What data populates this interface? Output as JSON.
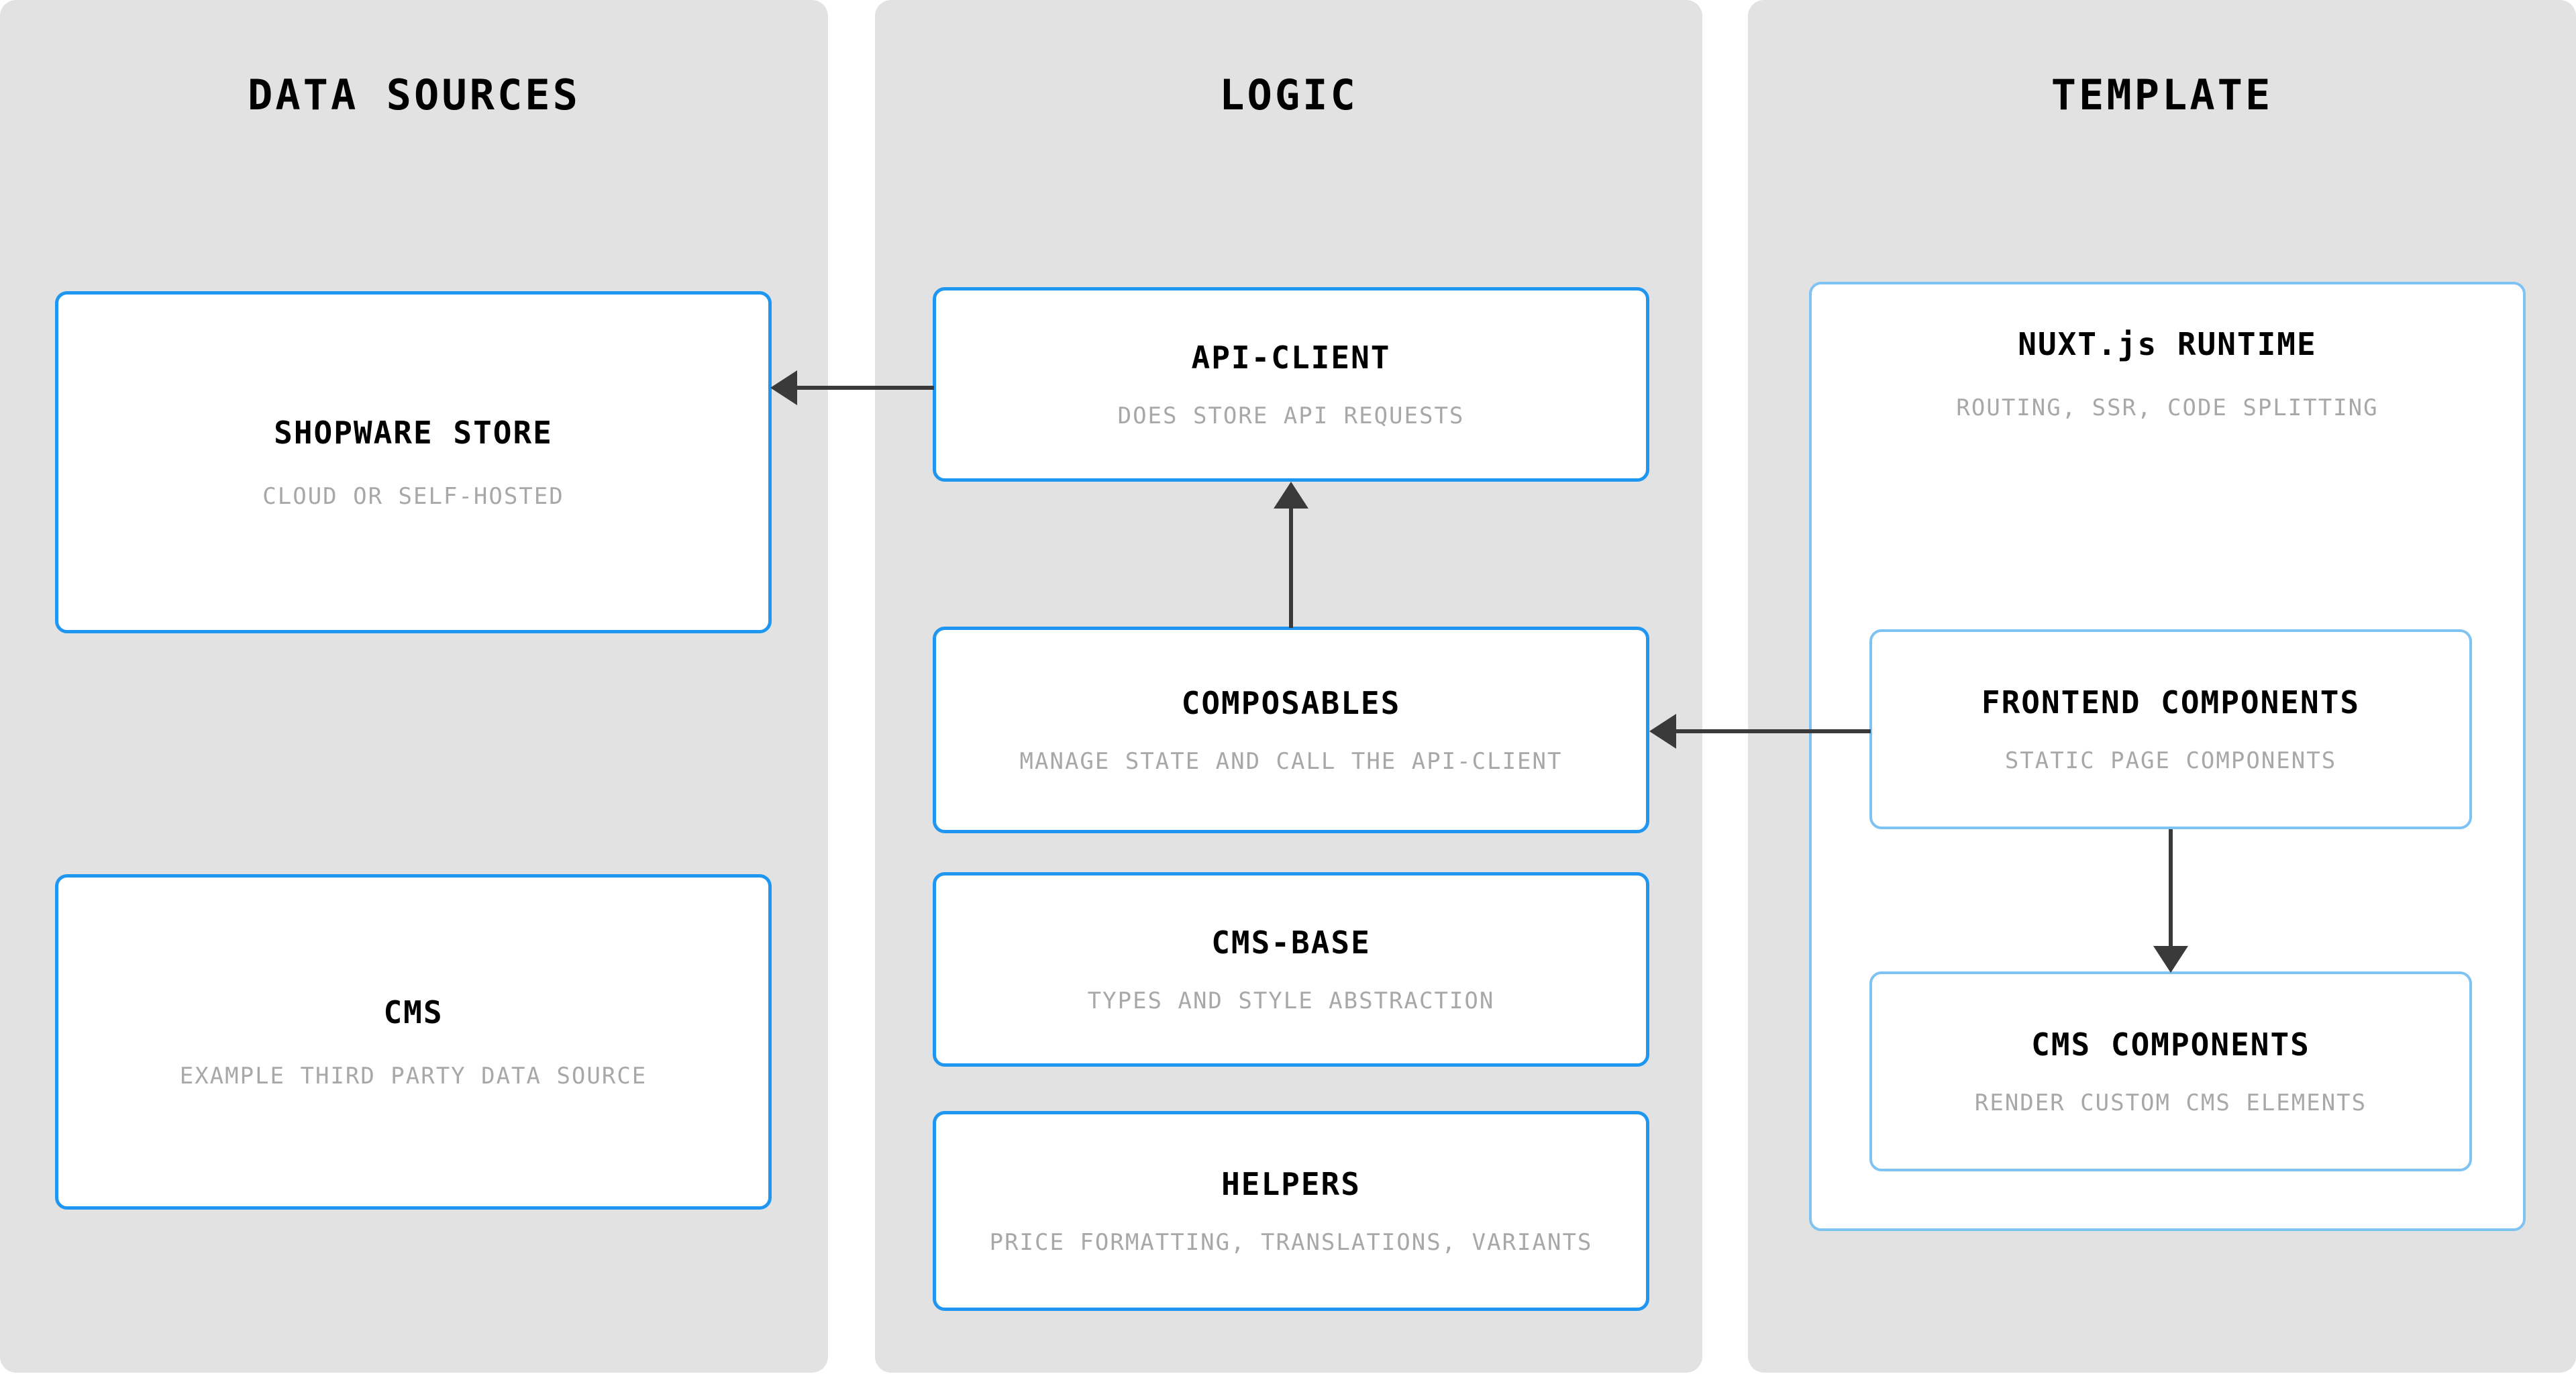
{
  "diagram": {
    "background": "#ffffff",
    "panel_color": "#e2e2e2",
    "accent_color": "#1f96f0",
    "accent_light_color": "#7fc3f2",
    "arrow_color": "#3a3a3a",
    "subtitle_color": "#a8a8a8"
  },
  "columns": [
    {
      "id": "data-sources",
      "title": "DATA SOURCES",
      "nodes": [
        {
          "id": "shopware-store",
          "title": "SHOPWARE STORE",
          "subtitle": "CLOUD OR SELF-HOSTED"
        },
        {
          "id": "cms",
          "title": "CMS",
          "subtitle": "EXAMPLE THIRD PARTY DATA SOURCE"
        }
      ]
    },
    {
      "id": "logic",
      "title": "LOGIC",
      "nodes": [
        {
          "id": "api-client",
          "title": "API-CLIENT",
          "subtitle": "DOES STORE API REQUESTS"
        },
        {
          "id": "composables",
          "title": "COMPOSABLES",
          "subtitle": "MANAGE STATE AND CALL THE API-CLIENT"
        },
        {
          "id": "cms-base",
          "title": "CMS-BASE",
          "subtitle": "TYPES AND STYLE ABSTRACTION"
        },
        {
          "id": "helpers",
          "title": "HELPERS",
          "subtitle": "PRICE FORMATTING, TRANSLATIONS, VARIANTS"
        }
      ]
    },
    {
      "id": "template",
      "title": "TEMPLATE",
      "nodes": [
        {
          "id": "nuxt-runtime",
          "title": "NUXT.js RUNTIME",
          "subtitle": "ROUTING, SSR, CODE SPLITTING"
        },
        {
          "id": "frontend-components",
          "title": "FRONTEND COMPONENTS",
          "subtitle": "STATIC PAGE COMPONENTS"
        },
        {
          "id": "cms-components",
          "title": "CMS COMPONENTS",
          "subtitle": "RENDER CUSTOM CMS ELEMENTS"
        }
      ]
    }
  ],
  "edges": [
    {
      "id": "api-client-to-shopware-store",
      "from": "api-client",
      "to": "shopware-store",
      "direction": "left"
    },
    {
      "id": "composables-to-api-client",
      "from": "composables",
      "to": "api-client",
      "direction": "up"
    },
    {
      "id": "frontend-components-to-composables",
      "from": "frontend-components",
      "to": "composables",
      "direction": "left"
    },
    {
      "id": "frontend-components-to-cms-components",
      "from": "frontend-components",
      "to": "cms-components",
      "direction": "down"
    }
  ]
}
